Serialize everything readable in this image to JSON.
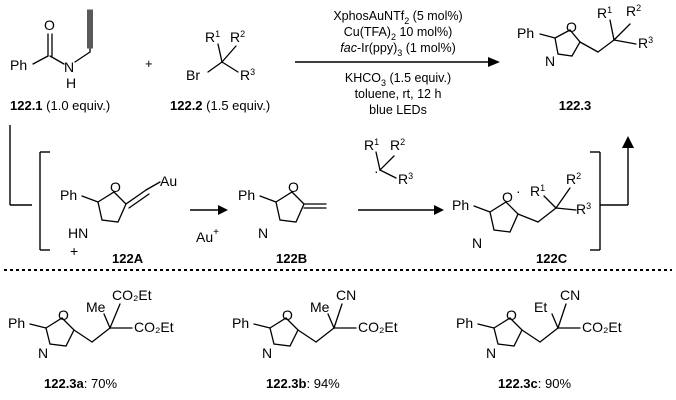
{
  "reagent1": {
    "id": "122.1",
    "equiv": "(1.0 equiv.)",
    "ph": "Ph",
    "o": "O",
    "n": "N",
    "h": "H"
  },
  "reagent2": {
    "id": "122.2",
    "equiv": "(1.5 equiv.)",
    "br": "Br",
    "r1": "R",
    "r1sub": "1",
    "r2": "R",
    "r2sub": "2",
    "r3": "R",
    "r3sub": "3"
  },
  "plus": "+",
  "conditions": {
    "line1": "XphosAuNTf",
    "line1sub": "2",
    "line1tail": " (5 mol%)",
    "line2": "Cu(TFA)",
    "line2sub": "2",
    "line2tail": " 10 mol%)",
    "line3italic": "fac",
    "line3": "-Ir(ppy)",
    "line3sub": "3",
    "line3tail": " (1 mol%)",
    "line4": "KHCO",
    "line4sub": "3",
    "line4tail": " (1.5 equiv.)",
    "line5": "toluene, rt, 12 h",
    "line6": "blue LEDs"
  },
  "product": {
    "id": "122.3"
  },
  "intermediates": {
    "a": {
      "id": "122A",
      "au": "Au",
      "hn": "HN",
      "plus": "+"
    },
    "b": {
      "id": "122B",
      "au": "Au",
      "auplus": "+"
    },
    "c": {
      "id": "122C"
    },
    "radical": {
      "dot": "·"
    }
  },
  "examples": [
    {
      "id": "122.3a",
      "yield": ": 70%",
      "sub1": "Me",
      "sub2": "CO₂Et",
      "sub3": "CO₂Et"
    },
    {
      "id": "122.3b",
      "yield": ": 94%",
      "sub1": "Me",
      "sub2": "CN",
      "sub3": "CO₂Et"
    },
    {
      "id": "122.3c",
      "yield": ": 90%",
      "sub1": "Et",
      "sub2": "CN",
      "sub3": "CO₂Et"
    }
  ],
  "common": {
    "ph": "Ph",
    "o": "O",
    "n": "N"
  }
}
